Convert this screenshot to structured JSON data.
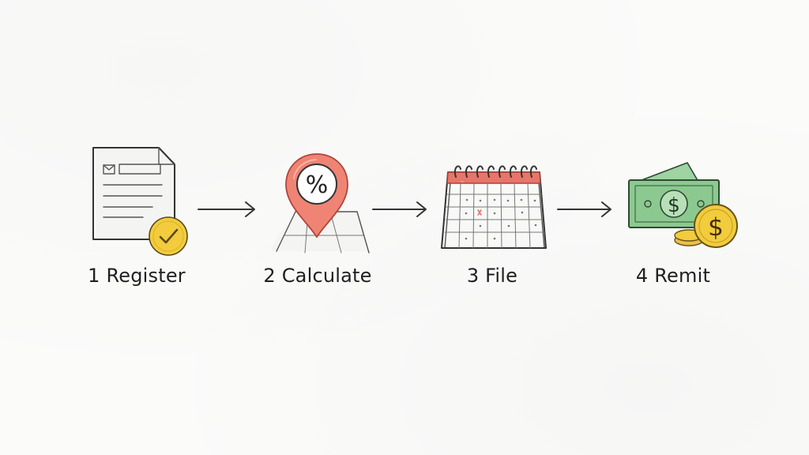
{
  "steps": [
    {
      "number": "1",
      "label": "Register",
      "icon": "registration-form-check-icon"
    },
    {
      "number": "2",
      "label": "Calculate",
      "icon": "percent-location-pin-icon"
    },
    {
      "number": "3",
      "label": "File",
      "icon": "calendar-icon"
    },
    {
      "number": "4",
      "label": "Remit",
      "icon": "cash-coin-icon"
    }
  ],
  "glyphs": {
    "percent": "%",
    "dollar": "$"
  },
  "colors": {
    "ink": "#333333",
    "pin_red": "#ef8474",
    "coin_gold": "#f2cc3d",
    "cash_green": "#8cc990",
    "calendar_red": "#e8756a"
  }
}
